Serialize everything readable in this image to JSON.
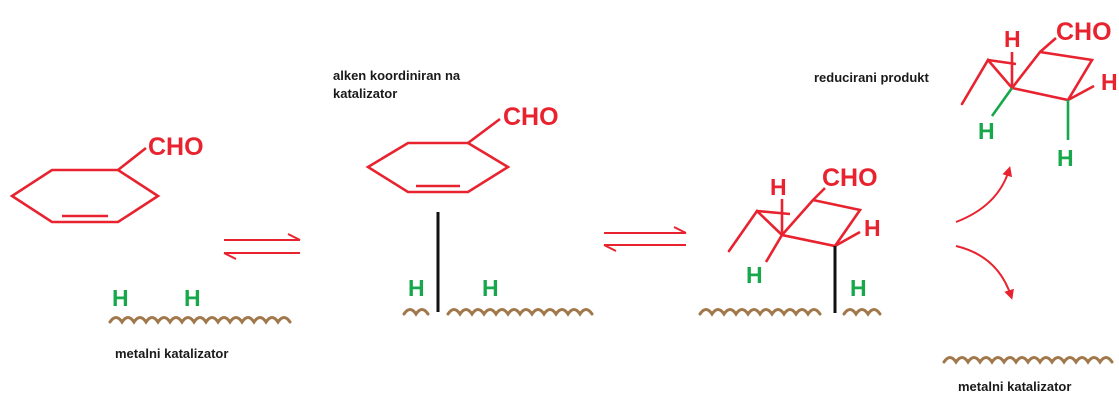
{
  "labels": {
    "catalyst_left": "metalni katalizator",
    "coordinated_line1": "alken koordiniran na",
    "coordinated_line2": "katalizator",
    "product": "reducirani produkt",
    "catalyst_right": "metalni katalizator"
  },
  "atoms": {
    "aldehyde": "CHO",
    "hydrogen": "H"
  },
  "colors": {
    "molecule": "#e8232f",
    "hydrogen": "#17a84b",
    "catalyst_surface": "#a0784b",
    "bond": "#111111",
    "text": "#1a1a1a"
  }
}
